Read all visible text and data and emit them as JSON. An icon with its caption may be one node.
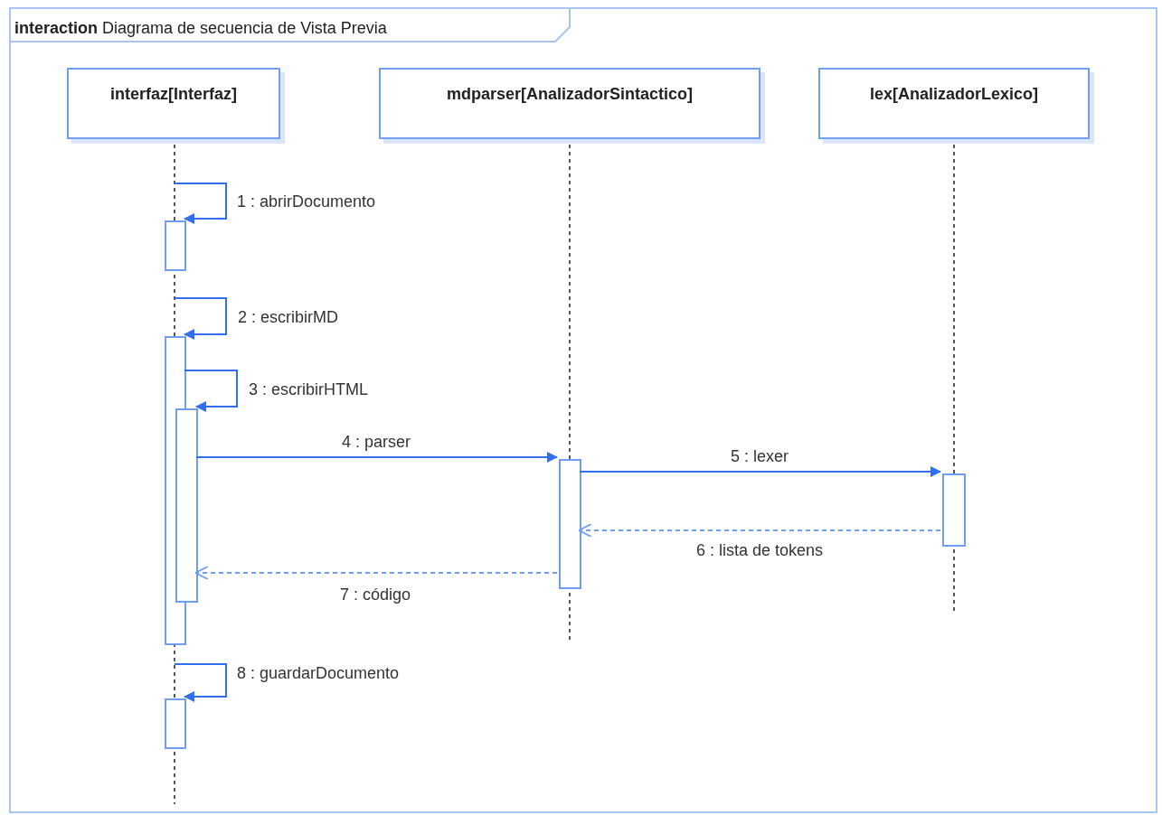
{
  "diagram": {
    "nodes": [
      {
        "text": [
          "**interaction** Diagrama de secuencia de Vista Previa"
        ]
      },
      {
        "text": [
          "interfaz[Interfaz]"
        ],
        "in": 0
      },
      {
        "text": [
          "mdparser[AnalizadorSintactico]"
        ],
        "in": 0
      },
      {
        "text": [
          "lex[AnalizadorLexico]"
        ],
        "in": 0
      },
      {
        "text": [],
        "shape": "bar",
        "in": 0
      },
      {
        "text": [],
        "shape": "bar",
        "in": 0
      },
      {
        "text": [],
        "shape": "bar",
        "in": 0
      },
      {
        "text": [],
        "shape": "bar",
        "in": 0
      },
      {
        "text": [],
        "shape": "bar",
        "in": 0
      },
      {
        "text": [],
        "shape": "bar",
        "in": 0
      }
    ],
    "edges": [
      {
        "from": null,
        "to": 4,
        "arrow": "to",
        "label": "1 : abrirDocumento"
      },
      {
        "from": null,
        "to": 5,
        "arrow": "to",
        "label": "2 : escribirMD"
      },
      {
        "from": 5,
        "to": 6,
        "arrow": "to",
        "label": "3 : escribirHTML"
      },
      {
        "from": 6,
        "to": 7,
        "arrow": "to",
        "label": "4 : parser"
      },
      {
        "from": 7,
        "to": 8,
        "arrow": "to",
        "label": "5 : lexer"
      },
      {
        "from": 8,
        "to": 7,
        "arrow": "to",
        "label": "6 : lista de tokens",
        "style": "dashed"
      },
      {
        "from": 7,
        "to": 6,
        "arrow": "to",
        "label": "7 : código",
        "style": "dashed"
      },
      {
        "from": null,
        "to": 9,
        "arrow": "to",
        "label": "8 : guardarDocumento"
      }
    ]
  }
}
